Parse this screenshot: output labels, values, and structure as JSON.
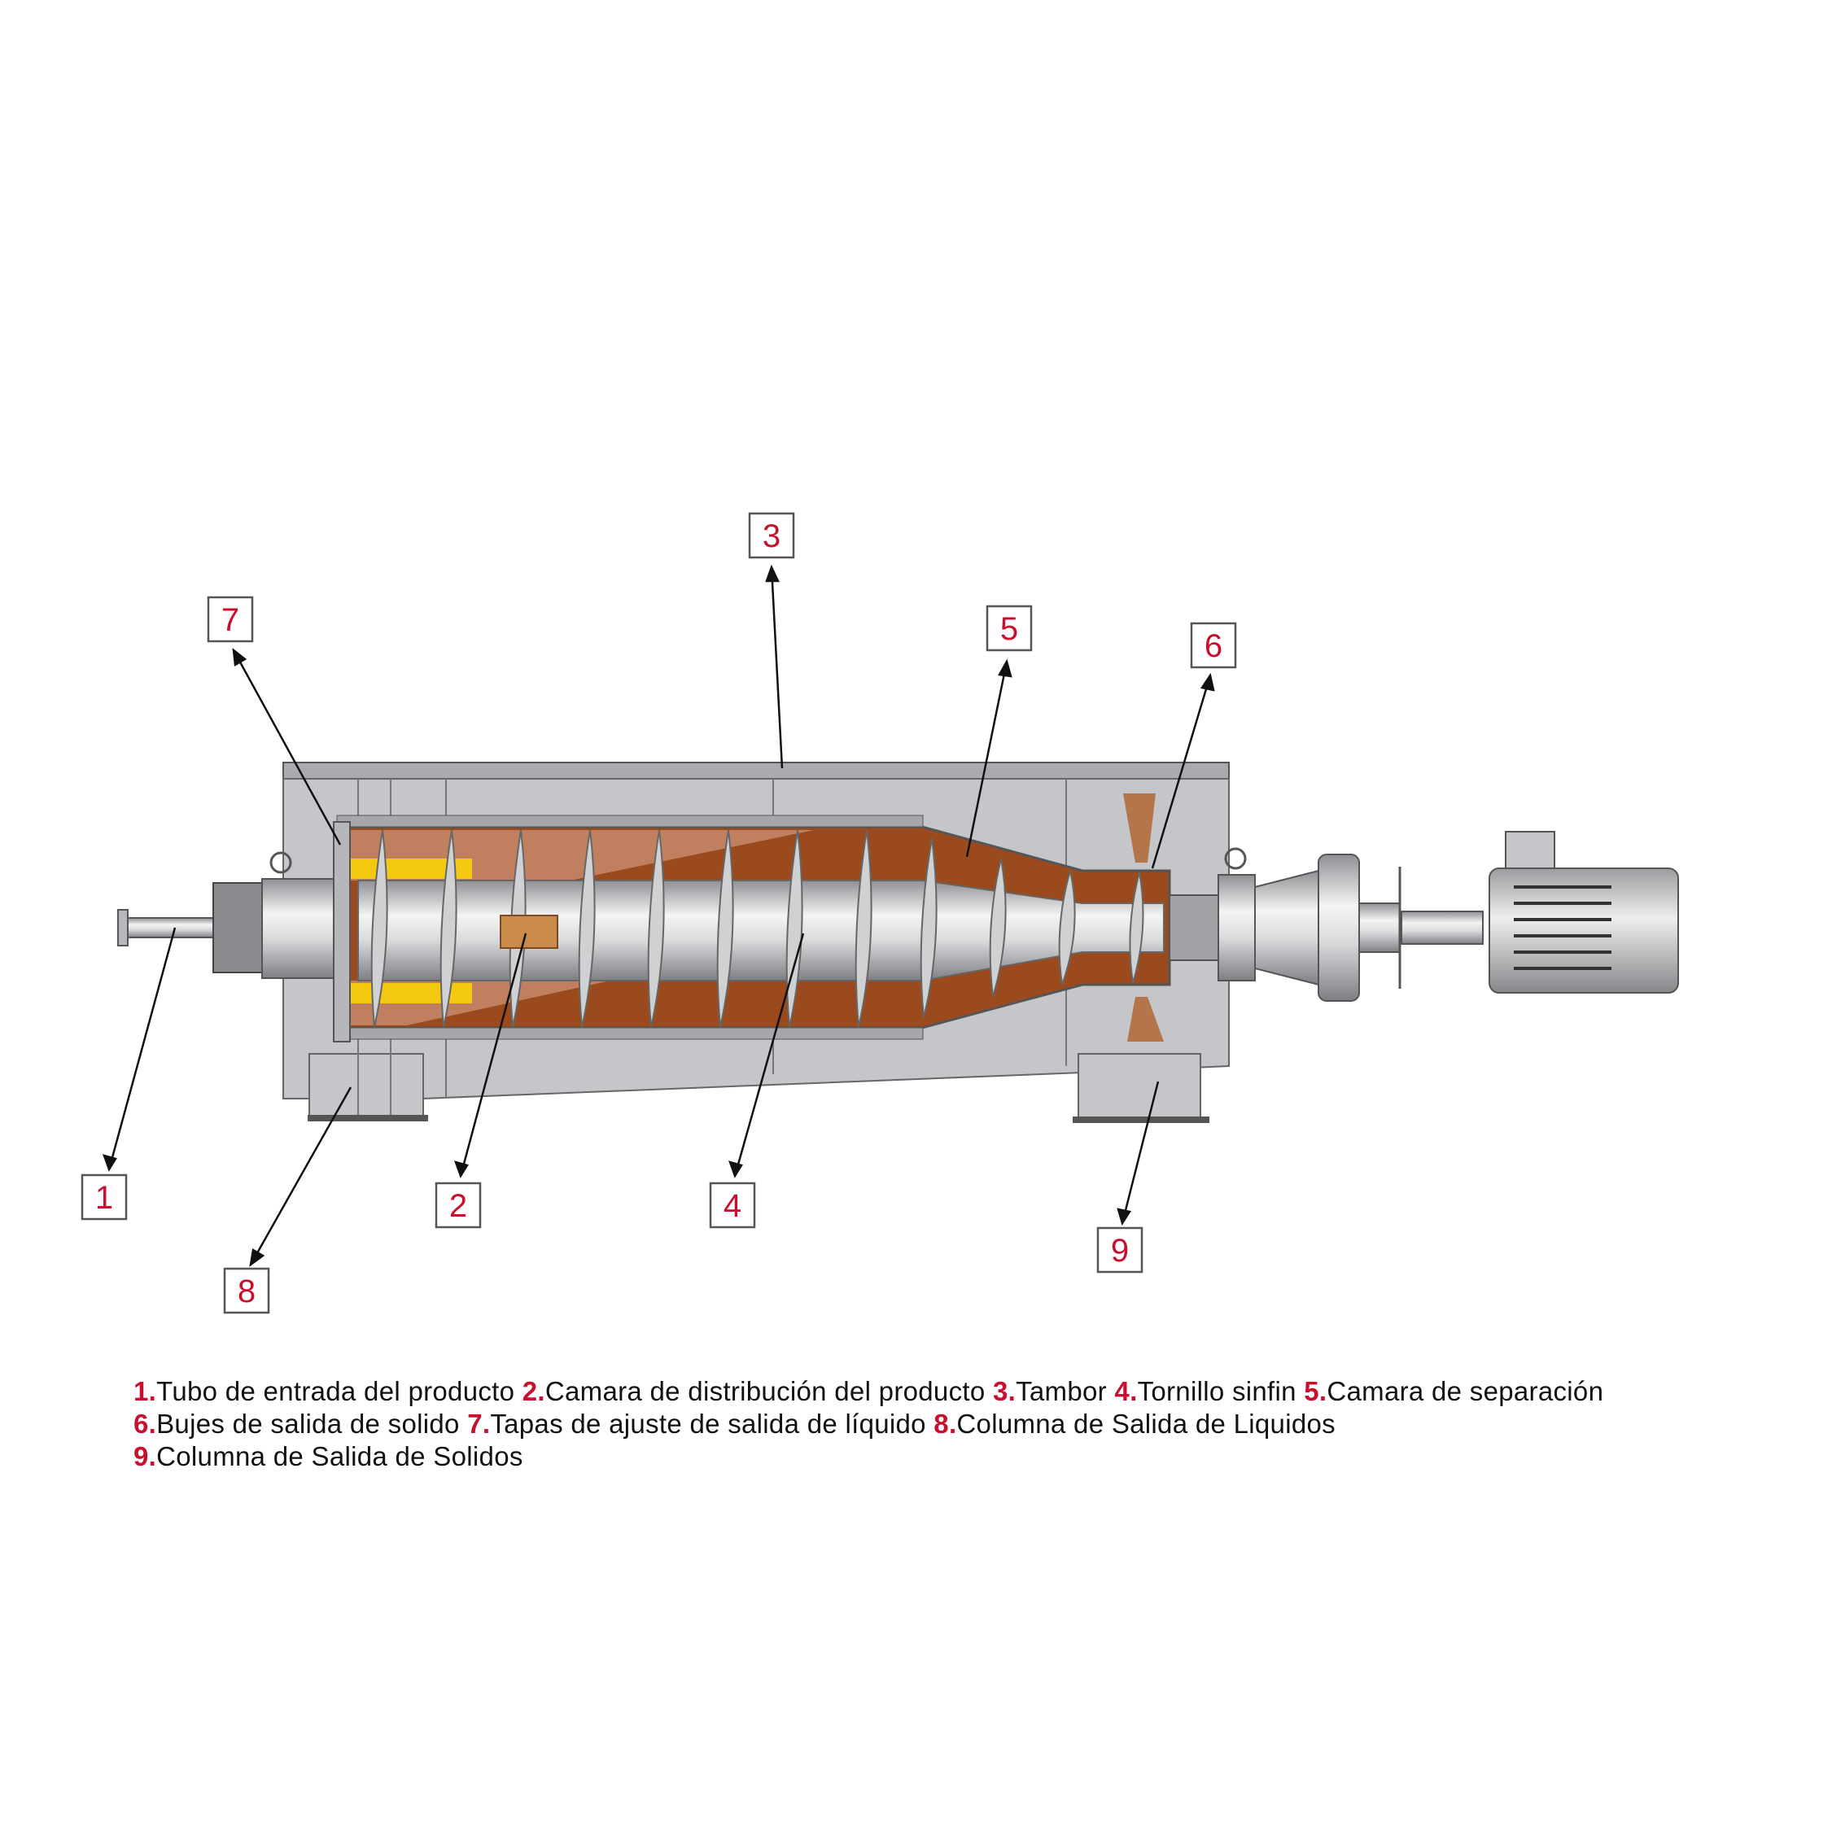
{
  "labels": [
    "1",
    "2",
    "3",
    "4",
    "5",
    "6",
    "7",
    "8",
    "9"
  ],
  "legend": [
    {
      "num": "1.",
      "text": "Tubo de entrada del producto"
    },
    {
      "num": "2.",
      "text": "Camara de distribución del producto"
    },
    {
      "num": "3.",
      "text": "Tambor"
    },
    {
      "num": "4.",
      "text": "Tornillo sinfin"
    },
    {
      "num": "5.",
      "text": "Camara de separación"
    },
    {
      "num": "6.",
      "text": "Bujes de salida de solido"
    },
    {
      "num": "7.",
      "text": "Tapas de ajuste de salida de líquido"
    },
    {
      "num": "8.",
      "text": "Columna de Salida de Liquidos"
    },
    {
      "num": "9.",
      "text": "Columna de Salida de Solidos"
    }
  ],
  "colors": {
    "accent": "#c8102e",
    "sludge": "#9a4a1c",
    "sludge_light": "#c08060",
    "liquid": "#f2c811",
    "steel": "#c4c6c9"
  }
}
